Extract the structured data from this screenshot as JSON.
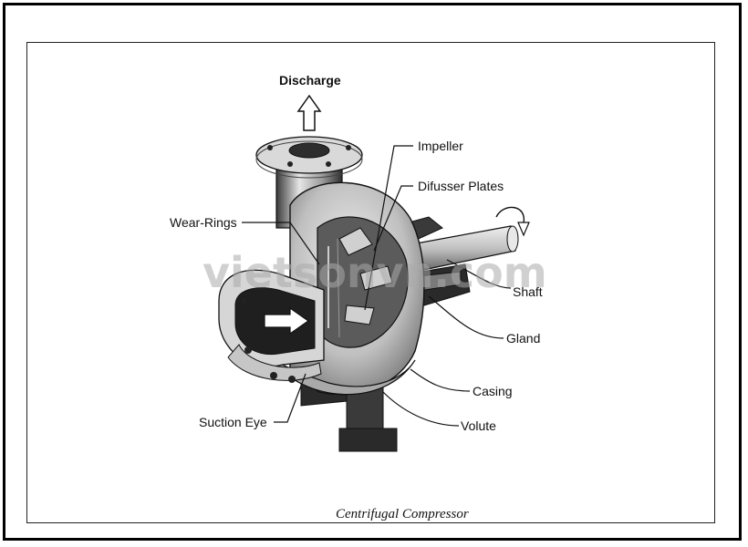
{
  "watermark": "vietsonvn.com",
  "caption": "Centrifugal Compressor",
  "labels": {
    "discharge": "Discharge",
    "impeller": "Impeller",
    "diffuser_plates": "Difusser Plates",
    "wear_rings": "Wear-Rings",
    "shaft": "Shaft",
    "gland": "Gland",
    "casing": "Casing",
    "volute": "Volute",
    "suction_eye": "Suction Eye"
  },
  "colors": {
    "metal_light": "#d8d8d8",
    "metal_mid": "#8a8a8a",
    "metal_dark": "#2a2a2a",
    "line": "#111111"
  }
}
